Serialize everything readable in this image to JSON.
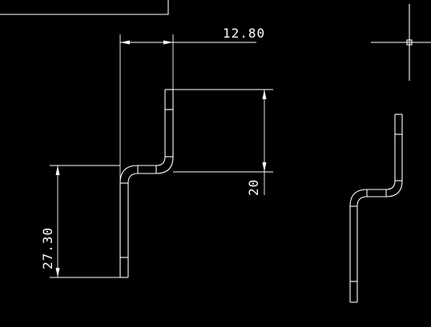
{
  "drawing": {
    "background": "#000000",
    "line_color": "#ffffff",
    "dimensions": {
      "top_width": "12.80",
      "right_height": "20",
      "left_height": "27.30"
    },
    "icons": {
      "cursor": "crosshair-cursor-icon"
    }
  }
}
